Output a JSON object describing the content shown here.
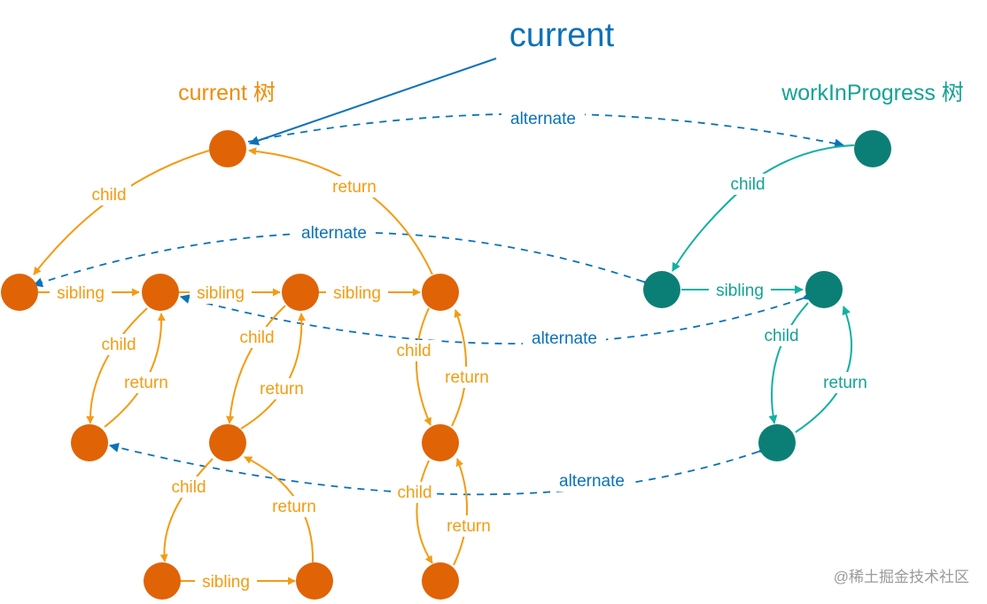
{
  "title": "current",
  "current_tree_label": "current 树",
  "wip_tree_label": "workInProgress 树",
  "watermark": "@稀土掘金技术社区",
  "edge_labels": {
    "child": "child",
    "return": "return",
    "sibling": "sibling",
    "alternate": "alternate"
  },
  "colors": {
    "current_node": "#e06306",
    "wip_node": "#0b7f76",
    "current_edge": "#f39c12",
    "wip_edge": "#14b0a2",
    "alternate_edge": "#0a72b8",
    "pointer": "#0a72b8"
  }
}
